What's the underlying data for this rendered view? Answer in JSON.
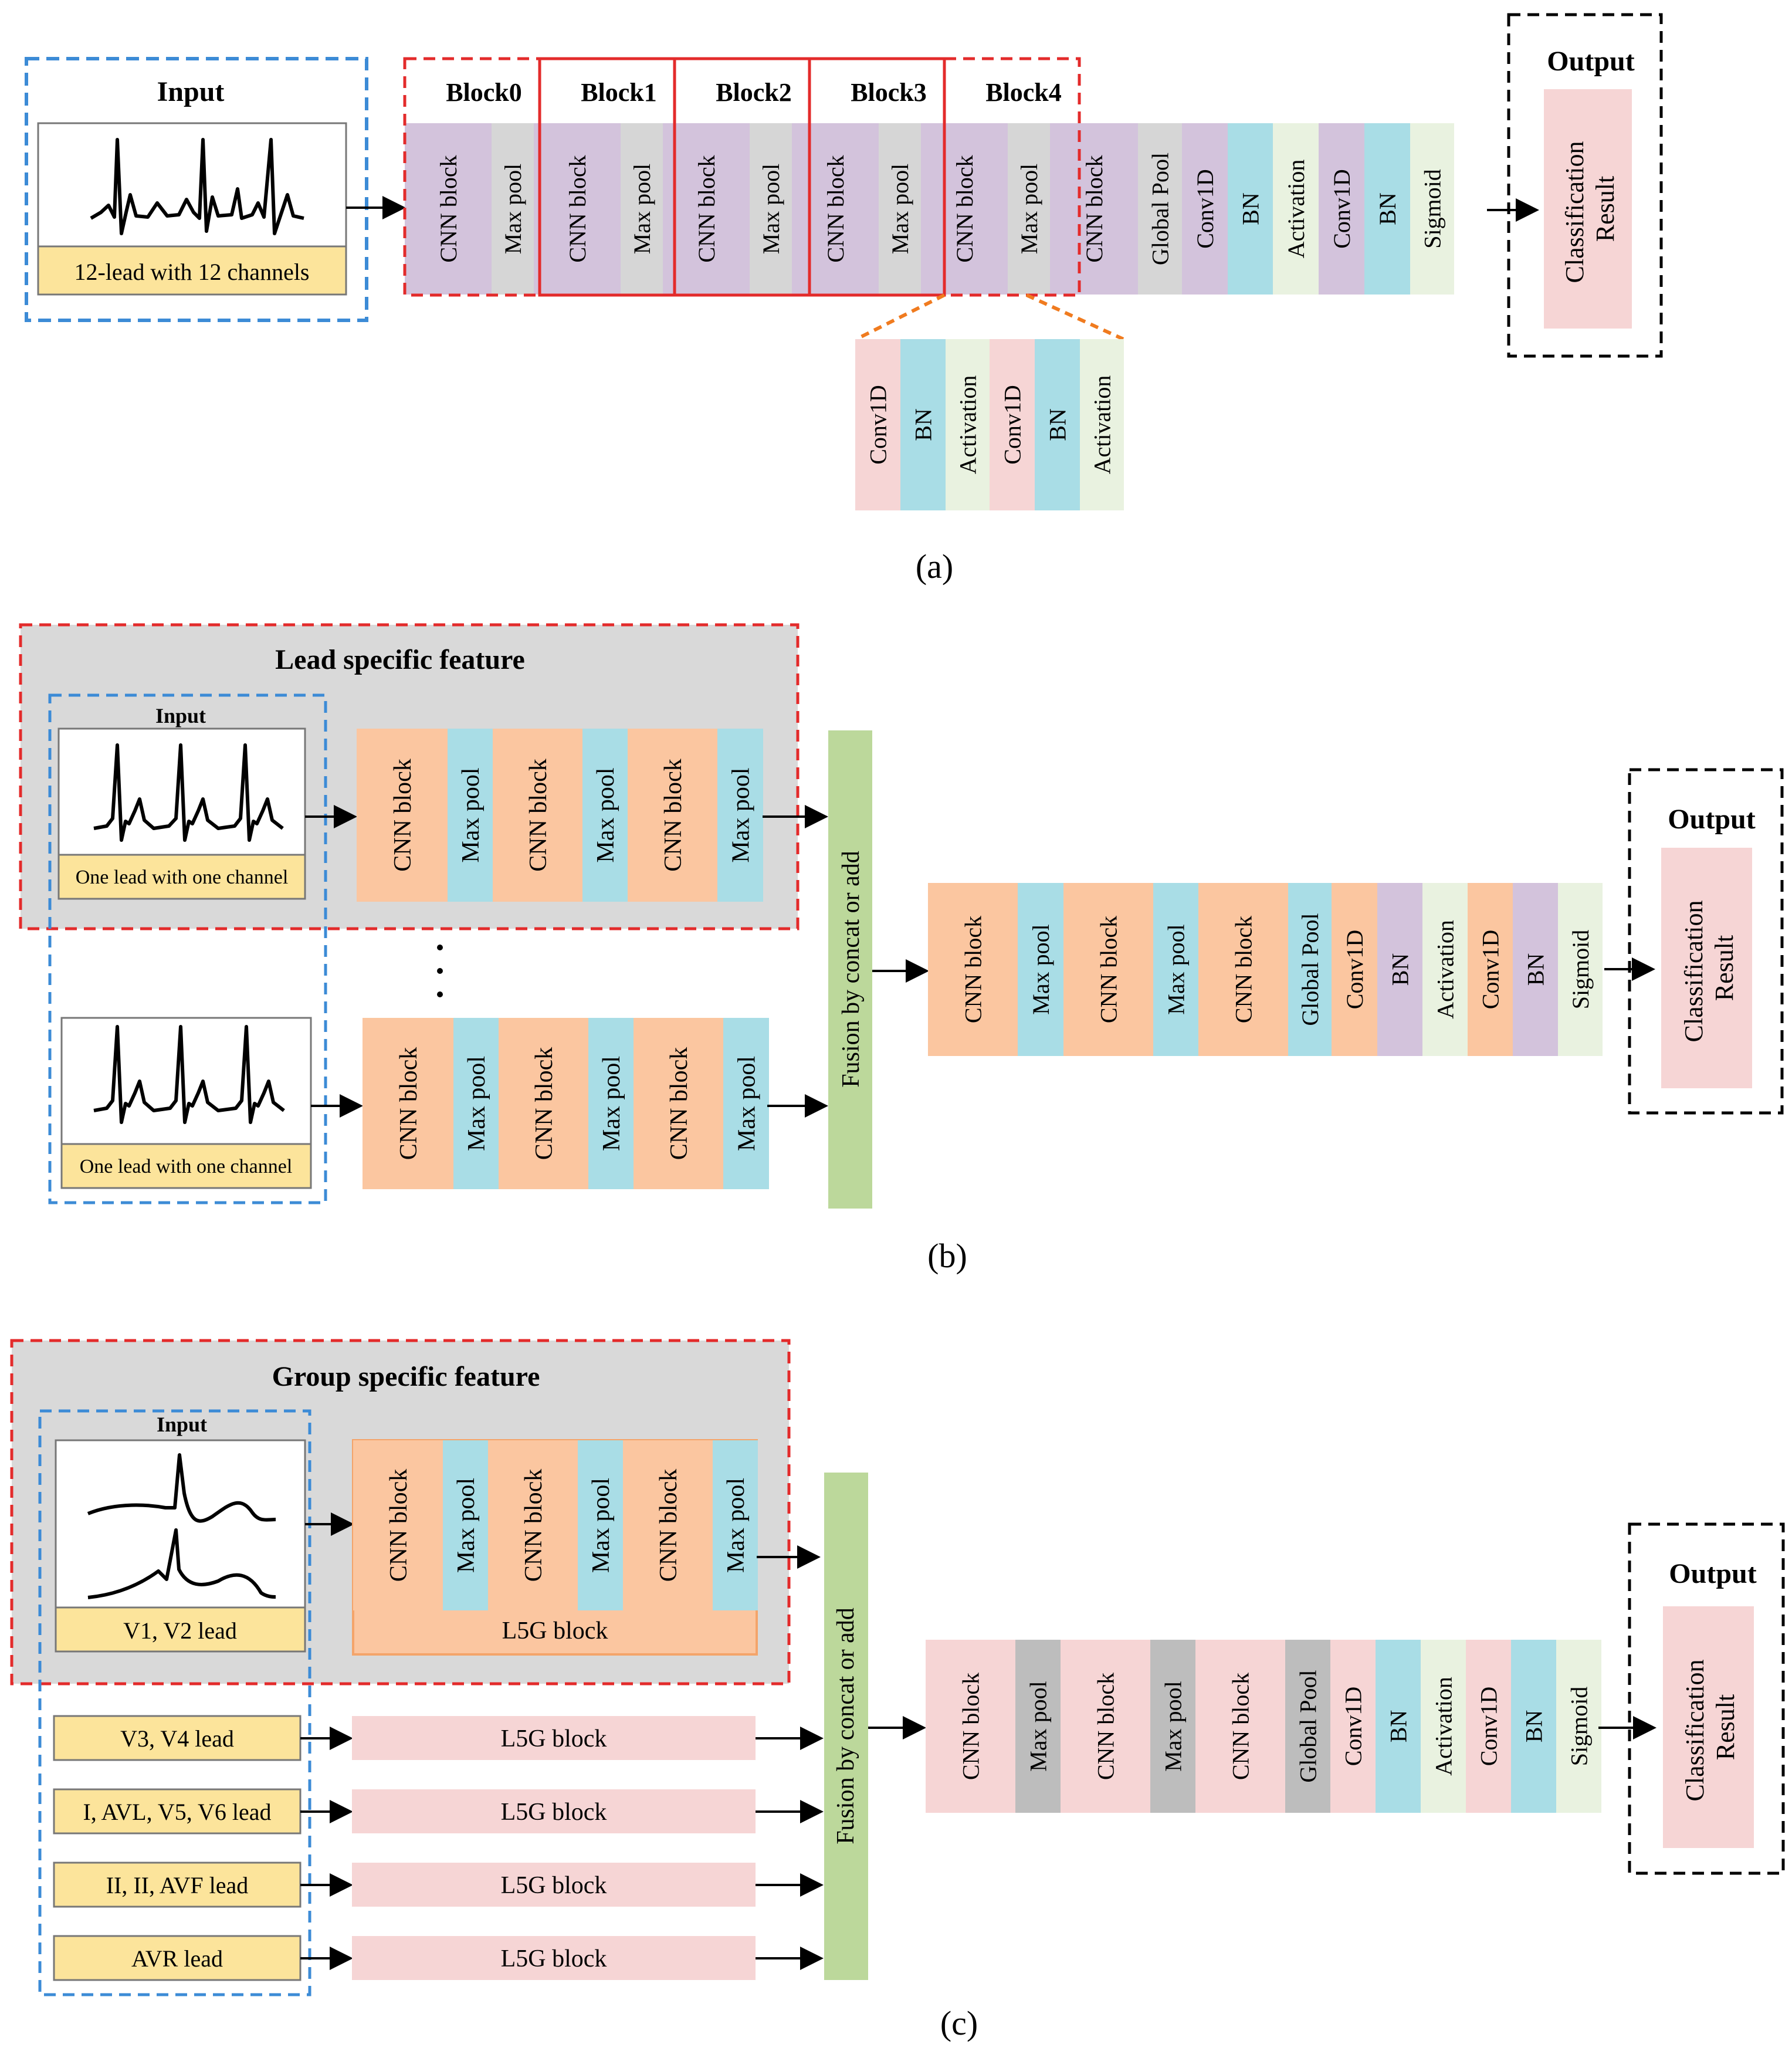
{
  "palette": {
    "purple": "#D3C3DC",
    "gray": "#D6D6D6",
    "darkgray": "#BDBDBD",
    "blue": "#A9DDE6",
    "lightgreen": "#E9F2E0",
    "pink": "#F6D5D5",
    "orange": "#FBC6A0",
    "yellow": "#FCE49B",
    "green": "#BCD89B",
    "panelgray": "#D9D9D9",
    "reddash": "#E32B2B",
    "bluedash": "#3C8BD6"
  },
  "captions": {
    "a": "(a)",
    "b": "(b)",
    "c": "(c)"
  },
  "a": {
    "input": {
      "title": "Input",
      "caption": "12-lead with 12 channels"
    },
    "blocks": [
      "Block0",
      "Block1",
      "Block2",
      "Block3",
      "Block4"
    ],
    "stack": [
      {
        "label": "CNN block",
        "color": "purple"
      },
      {
        "label": "Max pool",
        "color": "gray"
      },
      {
        "label": "CNN block",
        "color": "purple"
      },
      {
        "label": "Max pool",
        "color": "gray"
      },
      {
        "label": "CNN block",
        "color": "purple"
      },
      {
        "label": "Max pool",
        "color": "gray"
      },
      {
        "label": "CNN block",
        "color": "purple"
      },
      {
        "label": "Max pool",
        "color": "gray"
      },
      {
        "label": "CNN block",
        "color": "purple"
      },
      {
        "label": "Max pool",
        "color": "gray"
      },
      {
        "label": "CNN block",
        "color": "purple"
      },
      {
        "label": "Global Pool",
        "color": "gray"
      },
      {
        "label": "Conv1D",
        "color": "purple"
      },
      {
        "label": "BN",
        "color": "blue"
      },
      {
        "label": "Activation",
        "color": "lightgreen"
      },
      {
        "label": "Conv1D",
        "color": "purple"
      },
      {
        "label": "BN",
        "color": "blue"
      },
      {
        "label": "Sigmoid",
        "color": "lightgreen"
      }
    ],
    "detail": [
      {
        "label": "Conv1D",
        "color": "pink"
      },
      {
        "label": "BN",
        "color": "blue"
      },
      {
        "label": "Activation",
        "color": "lightgreen"
      },
      {
        "label": "Conv1D",
        "color": "pink"
      },
      {
        "label": "BN",
        "color": "blue"
      },
      {
        "label": "Activation",
        "color": "lightgreen"
      }
    ],
    "output": {
      "title": "Output",
      "result": [
        "Classification",
        "Result"
      ]
    }
  },
  "b": {
    "panel_title": "Lead specific feature",
    "input_title": "Input",
    "lead_caption_1": "One lead with one channel",
    "lead_caption_2": "One lead with one channel",
    "branch": [
      {
        "label": "CNN block",
        "color": "orange"
      },
      {
        "label": "Max pool",
        "color": "blue"
      },
      {
        "label": "CNN block",
        "color": "orange"
      },
      {
        "label": "Max pool",
        "color": "blue"
      },
      {
        "label": "CNN block",
        "color": "orange"
      },
      {
        "label": "Max pool",
        "color": "blue"
      }
    ],
    "fusion": "Fusion by concat or add",
    "main": [
      {
        "label": "CNN block",
        "color": "orange"
      },
      {
        "label": "Max pool",
        "color": "blue"
      },
      {
        "label": "CNN block",
        "color": "orange"
      },
      {
        "label": "Max pool",
        "color": "blue"
      },
      {
        "label": "CNN block",
        "color": "orange"
      },
      {
        "label": "Global Pool",
        "color": "blue"
      },
      {
        "label": "Conv1D",
        "color": "orange"
      },
      {
        "label": "BN",
        "color": "purple"
      },
      {
        "label": "Activation",
        "color": "lightgreen"
      },
      {
        "label": "Conv1D",
        "color": "orange"
      },
      {
        "label": "BN",
        "color": "purple"
      },
      {
        "label": "Sigmoid",
        "color": "lightgreen"
      }
    ],
    "output": {
      "title": "Output",
      "result": [
        "Classification",
        "Result"
      ]
    }
  },
  "c": {
    "panel_title": "Group specific feature",
    "input_title": "Input",
    "v12_caption": "V1, V2 lead",
    "branch": [
      {
        "label": "CNN block",
        "color": "orange"
      },
      {
        "label": "Max pool",
        "color": "blue"
      },
      {
        "label": "CNN block",
        "color": "orange"
      },
      {
        "label": "Max pool",
        "color": "blue"
      },
      {
        "label": "CNN block",
        "color": "orange"
      },
      {
        "label": "Max pool",
        "color": "blue"
      }
    ],
    "l5g_label": "L5G block",
    "groups": [
      "V3, V4 lead",
      "I, AVL, V5, V6 lead",
      "II, II, AVF lead",
      "AVR lead"
    ],
    "group_blocks": [
      "L5G block",
      "L5G block",
      "L5G block",
      "L5G block"
    ],
    "fusion": "Fusion  by concat or add",
    "main": [
      {
        "label": "CNN block",
        "color": "pink"
      },
      {
        "label": "Max pool",
        "color": "darkgray"
      },
      {
        "label": "CNN block",
        "color": "pink"
      },
      {
        "label": "Max pool",
        "color": "darkgray"
      },
      {
        "label": "CNN block",
        "color": "pink"
      },
      {
        "label": "Global Pool",
        "color": "darkgray"
      },
      {
        "label": "Conv1D",
        "color": "pink"
      },
      {
        "label": "BN",
        "color": "blue"
      },
      {
        "label": "Activation",
        "color": "lightgreen"
      },
      {
        "label": "Conv1D",
        "color": "pink"
      },
      {
        "label": "BN",
        "color": "blue"
      },
      {
        "label": "Sigmoid",
        "color": "lightgreen"
      }
    ],
    "output": {
      "title": "Output",
      "result": [
        "Classification",
        "Result"
      ]
    }
  }
}
